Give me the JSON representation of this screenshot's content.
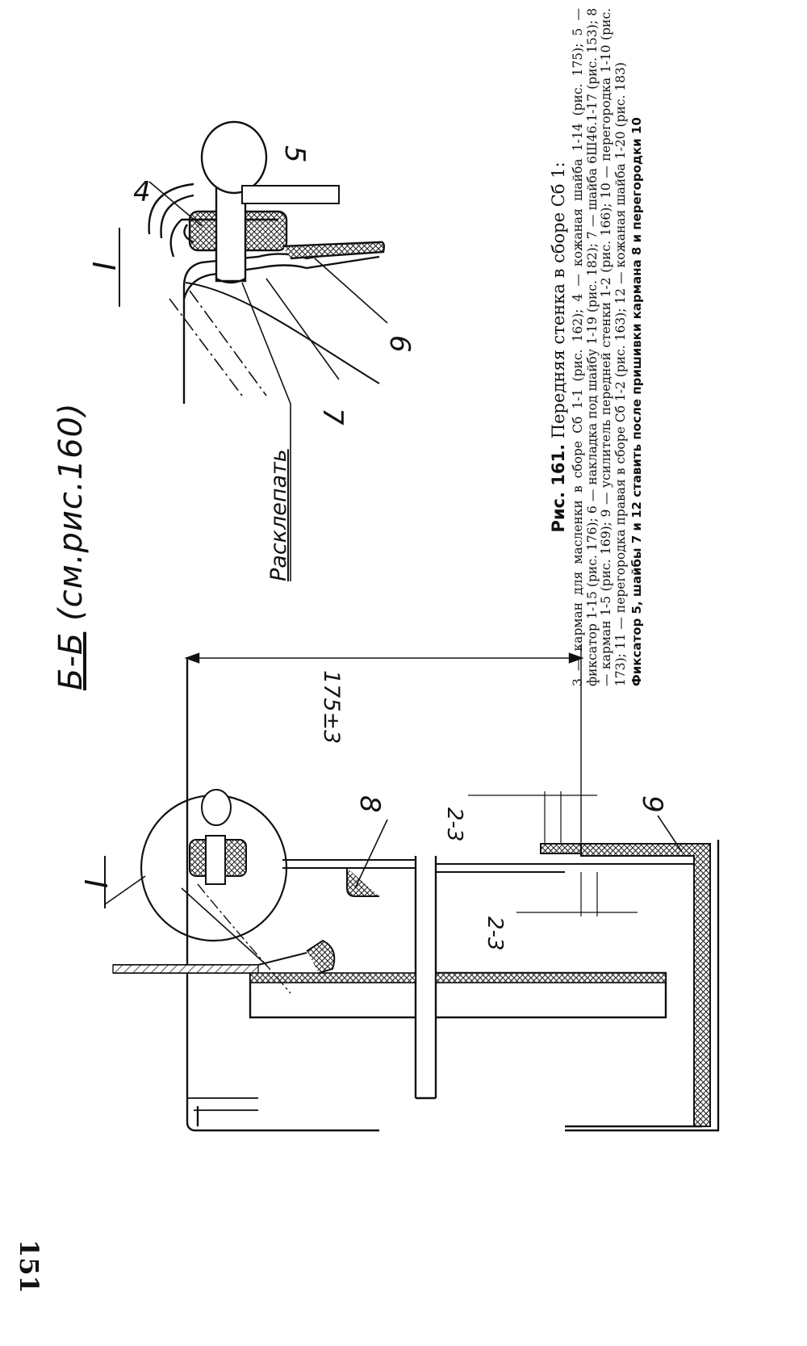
{
  "section_title": "Б-Б",
  "section_ref": "(см.рис.160)",
  "rivet_label": "Расклепать",
  "detail_marker": "I",
  "dimensions": {
    "main": "175±3",
    "gap_top": "2-3",
    "gap_bottom": "2-3"
  },
  "callouts": {
    "n4": "4",
    "n5": "5",
    "n6": "6",
    "n7": "7",
    "n8": "8",
    "n9": "9"
  },
  "caption": {
    "title_prefix": "Рис. 161.",
    "title_rest": "Передняя стенка в сборе Сб 1:",
    "body": "3 — карман для масленки в сборе Сб 1-1 (рис. 162); 4 — кожаная шайба 1-14 (рис. 175); 5 — фиксатор 1-15 (рис. 176); 6 — накладка под шайбу 1-19 (рис. 182); 7 — шайба 6Ш46.1-17 (рис. 153); 8 — карман 1-5 (рис. 169); 9 — усилитель передней стенки 1-2 (рис. 166); 10 — перегородка 1-10 (рис. 173); 11 — перегородка правая в сборе Сб 1-2 (рис. 163); 12 — кожаная шайба 1-20 (рис. 183)",
    "note": "Фиксатор 5, шайбы 7 и 12 ставить после пришивки кармана 8 и перегородки 10"
  },
  "page_number": "151"
}
